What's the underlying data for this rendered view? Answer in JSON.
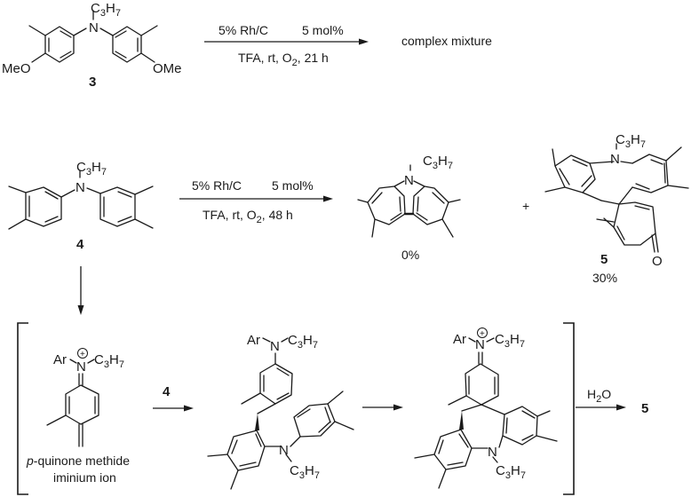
{
  "reactions": [
    {
      "id": "rxn1",
      "starting_material": {
        "label": "3",
        "n_substituent": {
          "base": "C",
          "sub1": "3",
          "mid": "H",
          "sub2": "7"
        },
        "groups": [
          "MeO",
          "OMe"
        ]
      },
      "conditions_above": {
        "catalyst": "5% Rh/C",
        "loading": "5 mol%"
      },
      "conditions_below": {
        "pre": "TFA, rt, O",
        "sub": "2",
        "post": ", 21 h"
      },
      "product_text": "complex mixture"
    },
    {
      "id": "rxn2",
      "starting_material": {
        "label": "4",
        "n_substituent": {
          "base": "C",
          "sub1": "3",
          "mid": "H",
          "sub2": "7"
        }
      },
      "conditions_above": {
        "catalyst": "5% Rh/C",
        "loading": "5 mol%"
      },
      "conditions_below": {
        "pre": "TFA, rt, O",
        "sub": "2",
        "post": ", 48 h"
      },
      "products": [
        {
          "name": "carbazole",
          "yield": "0%"
        },
        {
          "label": "5",
          "yield": "30%"
        }
      ],
      "plus": "+"
    }
  ],
  "mechanism": {
    "intermediate1": {
      "ar": "Ar",
      "n": "N",
      "charge": "+",
      "caption_line1_italic": "p",
      "caption_line1_rest": "-quinone methide",
      "caption_line2": "iminium ion"
    },
    "reagent_label": "4",
    "intermediate2": {
      "ar": "Ar",
      "n": "N"
    },
    "intermediate3": {
      "ar": "Ar",
      "n": "N",
      "charge": "+"
    },
    "final_reagent": {
      "pre": "H",
      "sub": "2",
      "post": "O"
    },
    "final_product_label": "5"
  },
  "atoms": {
    "N": "N",
    "O": "O",
    "C": "C",
    "H": "H",
    "sub3": "3",
    "sub7": "7"
  }
}
